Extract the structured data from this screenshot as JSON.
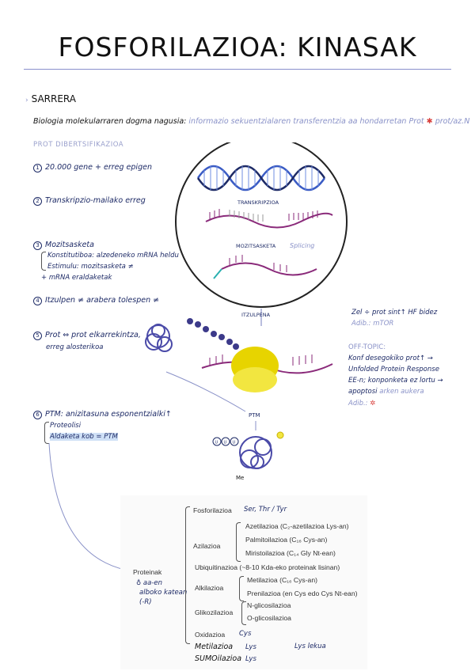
{
  "title": "FOSFORILAZIOA: KINASAK",
  "section": "SARRERA",
  "intro": {
    "text": "Biologia molekularraren dogma nagusia:",
    "note": "informazio sekuentzialaren transferentzia aa hondarretan",
    "tail": "Prot",
    "tail2": "prot/az.N"
  },
  "prot_div": "PROT DIBERTSIFIKAZIOA",
  "items": {
    "i1": "20.000 gene + erreg epigen",
    "i2": "Transkripzio-mailako erreg",
    "i3_title": "Mozitsasketa",
    "i3_a": "Konstitutiboa: alzedeneko mRNA heldu",
    "i3_b": "Estimulu: mozitsasketa ≠",
    "i3_c": "+ mRNA eraldaketak",
    "i4": "Itzulpen ≠ arabera tolespen ≠",
    "i5_a": "Prot ⇔ prot elkarrekintza,",
    "i5_b": "erreg alosterikoa",
    "i6": "PTM: anizitasuna esponentzialki↑",
    "i6_a": "Proteolisi",
    "i6_b": "Aldaketa kob = PTM"
  },
  "diagram": {
    "transkripzioa": "TRANSKRIPZIOA",
    "mozitsasketa": "MOZITSASKETA",
    "splicing": "Splicing",
    "itzulpena": "ITZULPENA",
    "ptm": "PTM",
    "me": "Me",
    "mod_labels": [
      "U",
      "U",
      "U"
    ]
  },
  "right": {
    "r1": "Zel ÷ prot sint↑ HF bidez",
    "r1_adib": "Adib.: mTOR",
    "off": "OFF-TOPIC:",
    "o1": "Konf desegokiko prot↑ →",
    "o2": "Unfolded Protein Response",
    "o3": "EE-n; konponketa ez lortu →",
    "o4a": "apoptosi",
    "o4b": "arken aukera",
    "o5": "Adib.:"
  },
  "table": {
    "proteinak": "Proteinak",
    "prot_note": [
      "♁ aa-en",
      "alboko katean",
      "(-R)"
    ],
    "fosforilazioa": "Fosforilazioa",
    "fosfo_note": "Ser, Thr / Tyr",
    "azilazioa": "Azilazioa",
    "azil": [
      "Azetilazioa (C₂-azetilazioa Lys-an)",
      "Palmitoilazioa (C₁₆ Cys-an)",
      "Miristoilazioa (C₁₄ Gly Nt-ean)"
    ],
    "ubiq": "Ubiquitinazioa (~8-10 Kda-eko proteinak lisinan)",
    "alkilazioa": "Alkilazioa",
    "alkil": [
      "Metilazioa (C₁₆ Cys-an)",
      "Prenilazioa (en Cys edo Cys Nt-ean)"
    ],
    "gliko": "Glikozilazioa",
    "glik": [
      "N-glicosilazioa",
      "O-glicosilazioa"
    ],
    "oxid": "Oxidazioa",
    "oxid_note": "Cys",
    "metil": "Metilazioa",
    "metil_note": "Lys",
    "lys_lekua": "Lys lekua",
    "sumo": "SUMOilazioa",
    "sumo_note": "Lys"
  }
}
